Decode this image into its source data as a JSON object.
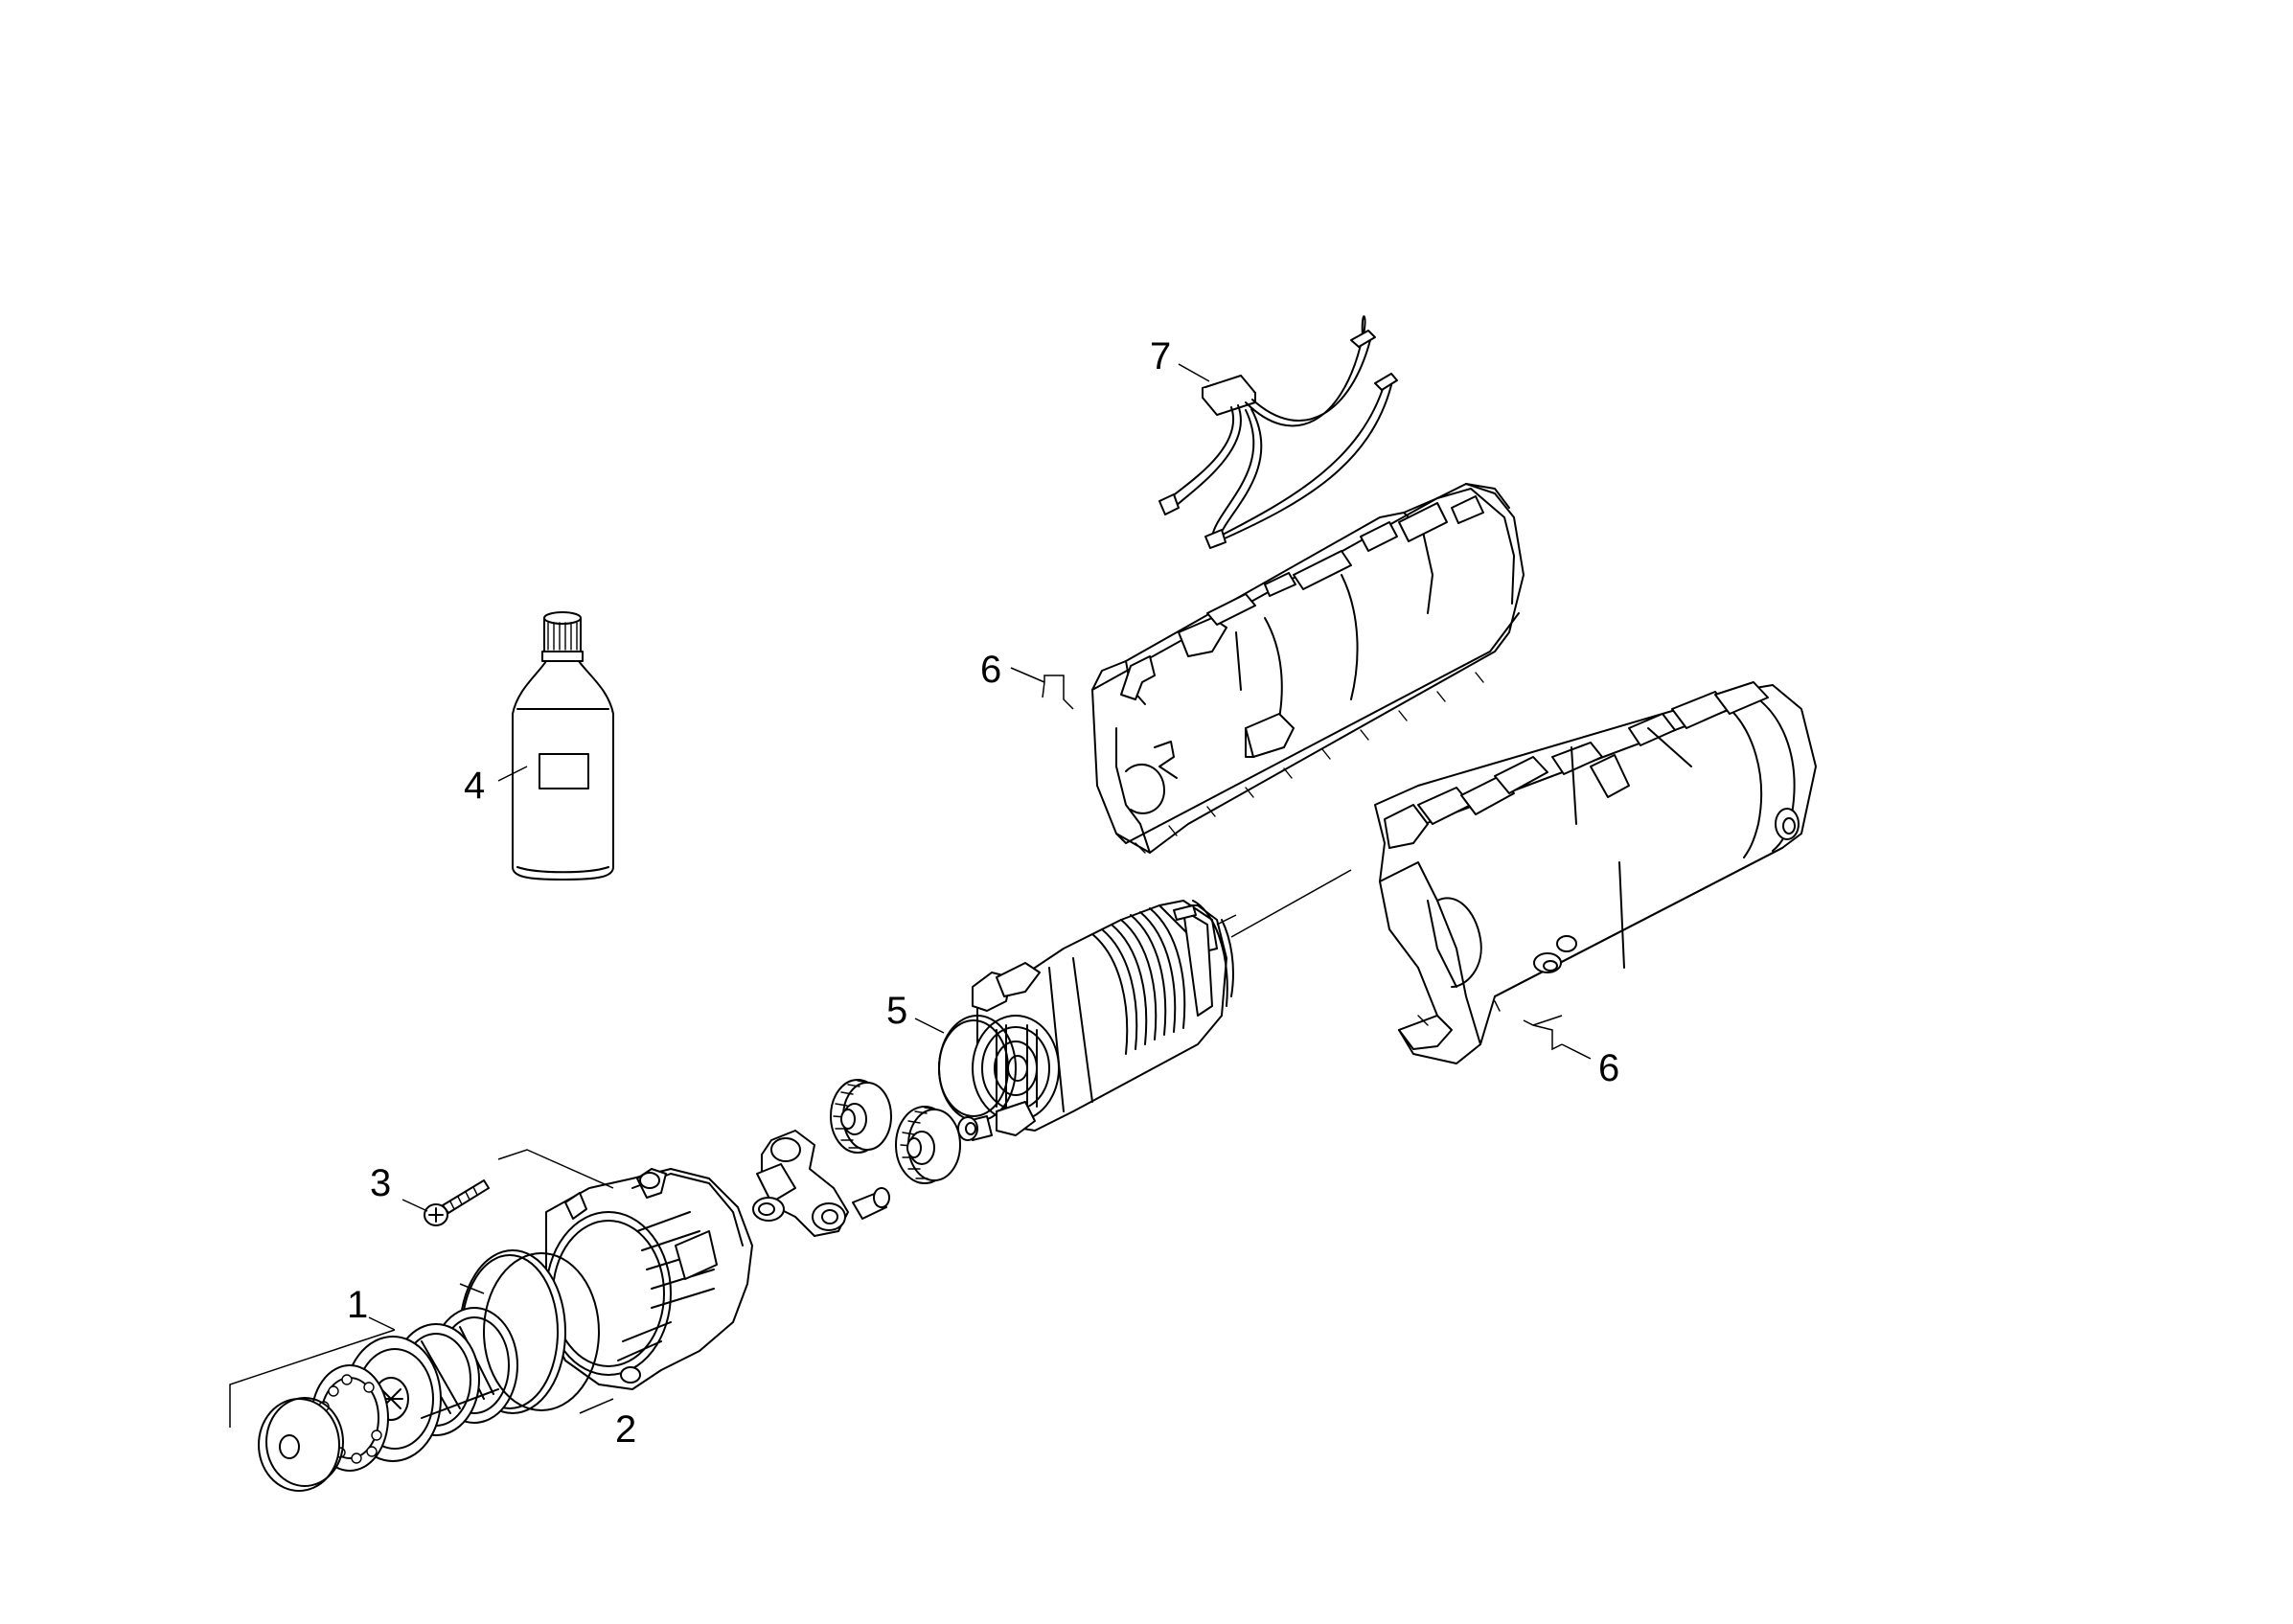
{
  "diagram": {
    "callouts": [
      {
        "id": "1",
        "label": "1"
      },
      {
        "id": "2",
        "label": "2"
      },
      {
        "id": "3",
        "label": "3"
      },
      {
        "id": "4",
        "label": "4"
      },
      {
        "id": "5",
        "label": "5"
      },
      {
        "id": "6a",
        "label": "6"
      },
      {
        "id": "6b",
        "label": "6"
      },
      {
        "id": "7",
        "label": "7"
      }
    ],
    "colors": {
      "line": "#000000",
      "background": "#ffffff",
      "label_fill": "#d9d9d9"
    }
  }
}
